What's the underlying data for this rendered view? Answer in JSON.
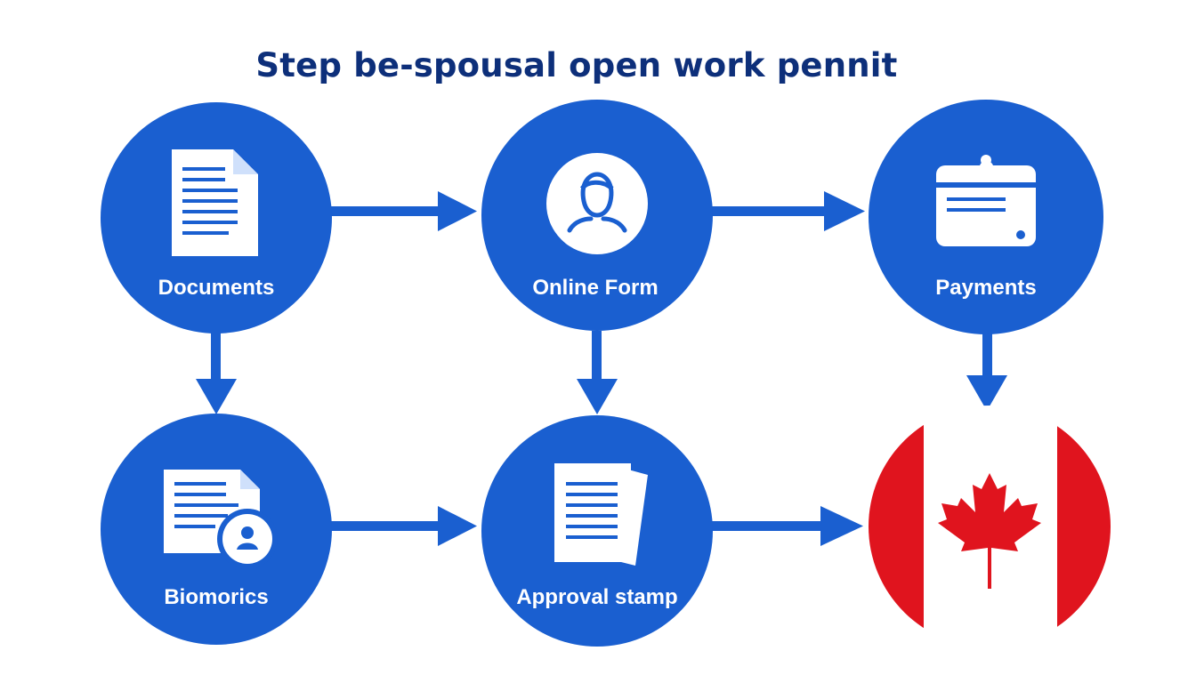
{
  "title": "Step be-spousal open work pennit",
  "colors": {
    "title": "#0d2f7a",
    "node_fill": "#1a5fd0",
    "arrow": "#1a5fd0",
    "icon": "#ffffff",
    "flag_red": "#e0141e",
    "flag_white": "#ffffff"
  },
  "nodes": [
    {
      "id": "documents",
      "label": "Documents",
      "icon": "document-icon"
    },
    {
      "id": "online-form",
      "label": "Online Form",
      "icon": "user-profile-icon"
    },
    {
      "id": "payments",
      "label": "Payments",
      "icon": "payment-card-icon"
    },
    {
      "id": "biometrics",
      "label": "Biomorics",
      "icon": "document-user-icon"
    },
    {
      "id": "approval",
      "label": "Approval stamp",
      "icon": "stacked-documents-icon"
    },
    {
      "id": "canada",
      "label": "",
      "icon": "canada-flag-icon"
    }
  ],
  "edges": [
    {
      "from": "documents",
      "to": "online-form"
    },
    {
      "from": "online-form",
      "to": "payments"
    },
    {
      "from": "documents",
      "to": "biometrics"
    },
    {
      "from": "online-form",
      "to": "approval"
    },
    {
      "from": "payments",
      "to": "canada"
    },
    {
      "from": "biometrics",
      "to": "approval"
    },
    {
      "from": "approval",
      "to": "canada"
    }
  ]
}
